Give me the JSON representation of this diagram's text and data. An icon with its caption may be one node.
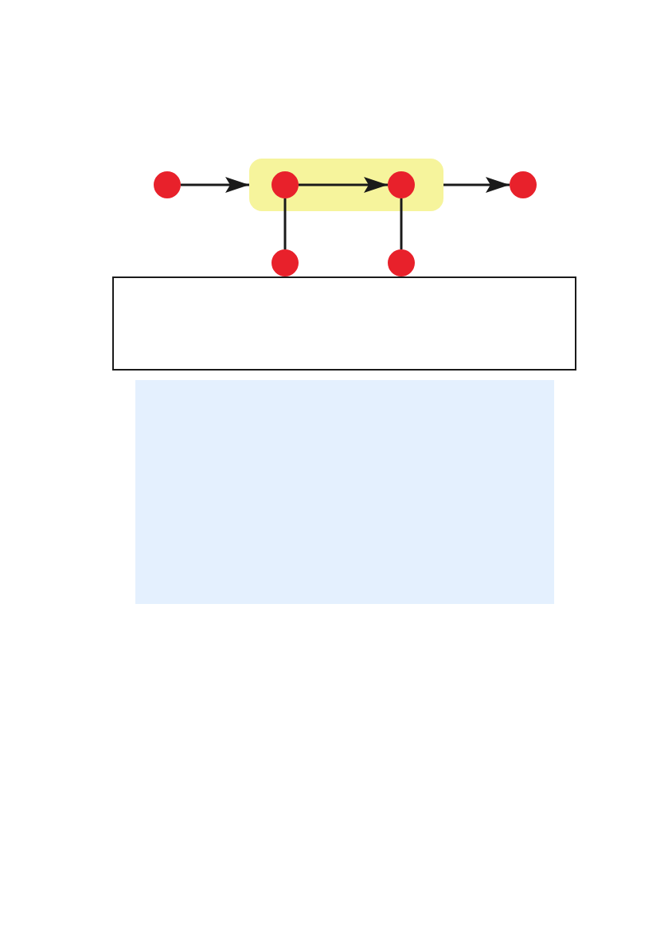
{
  "diagram": {
    "nodes": [
      {
        "text": [],
        "shape": "circle"
      },
      {
        "text": [],
        "shape": "box"
      },
      {
        "text": [],
        "shape": "circle",
        "in": 1
      },
      {
        "text": [],
        "shape": "circle",
        "in": 1
      },
      {
        "text": [],
        "shape": "circle"
      },
      {
        "text": [],
        "shape": "circle"
      },
      {
        "text": [],
        "shape": "circle"
      },
      {
        "text": [],
        "shape": "box"
      },
      {
        "text": [],
        "shape": "box"
      }
    ],
    "edges": [
      {
        "from": 0,
        "to": 1,
        "arrow": "to"
      },
      {
        "from": 2,
        "to": 3,
        "arrow": "to"
      },
      {
        "from": 1,
        "to": 4,
        "arrow": "to"
      },
      {
        "from": 2,
        "to": 5,
        "arrow": "none"
      },
      {
        "from": 3,
        "to": 6,
        "arrow": "none"
      }
    ]
  }
}
